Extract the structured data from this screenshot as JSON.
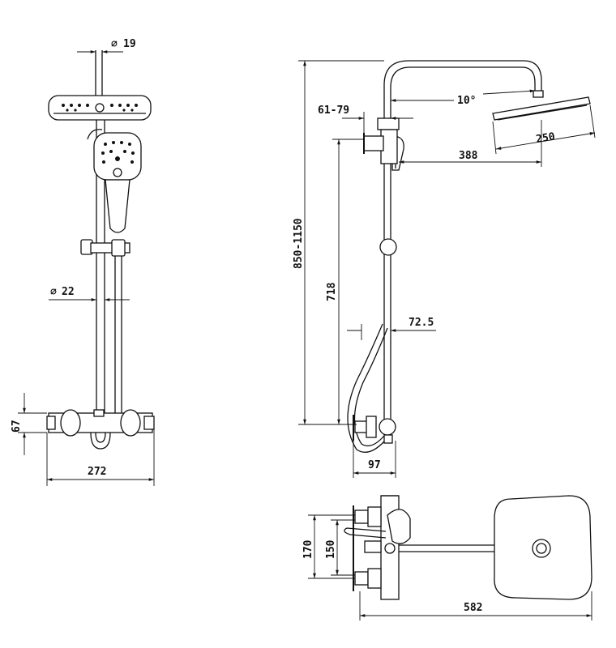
{
  "dimensions": {
    "diameter_riser": "19",
    "diameter_rail": "22",
    "valve_height": "67",
    "valve_width": "272",
    "total_height": "850-1150",
    "head_angle": "10°",
    "arm_offset": "61-79",
    "head_width": "250",
    "arm_reach": "388",
    "bracket_height": "718",
    "hose_offset": "72.5",
    "valve_depth": "97",
    "inlet_spacing_outer": "170",
    "inlet_spacing_inner": "150",
    "overall_depth": "582"
  },
  "symbols": {
    "diameter": "∅"
  }
}
